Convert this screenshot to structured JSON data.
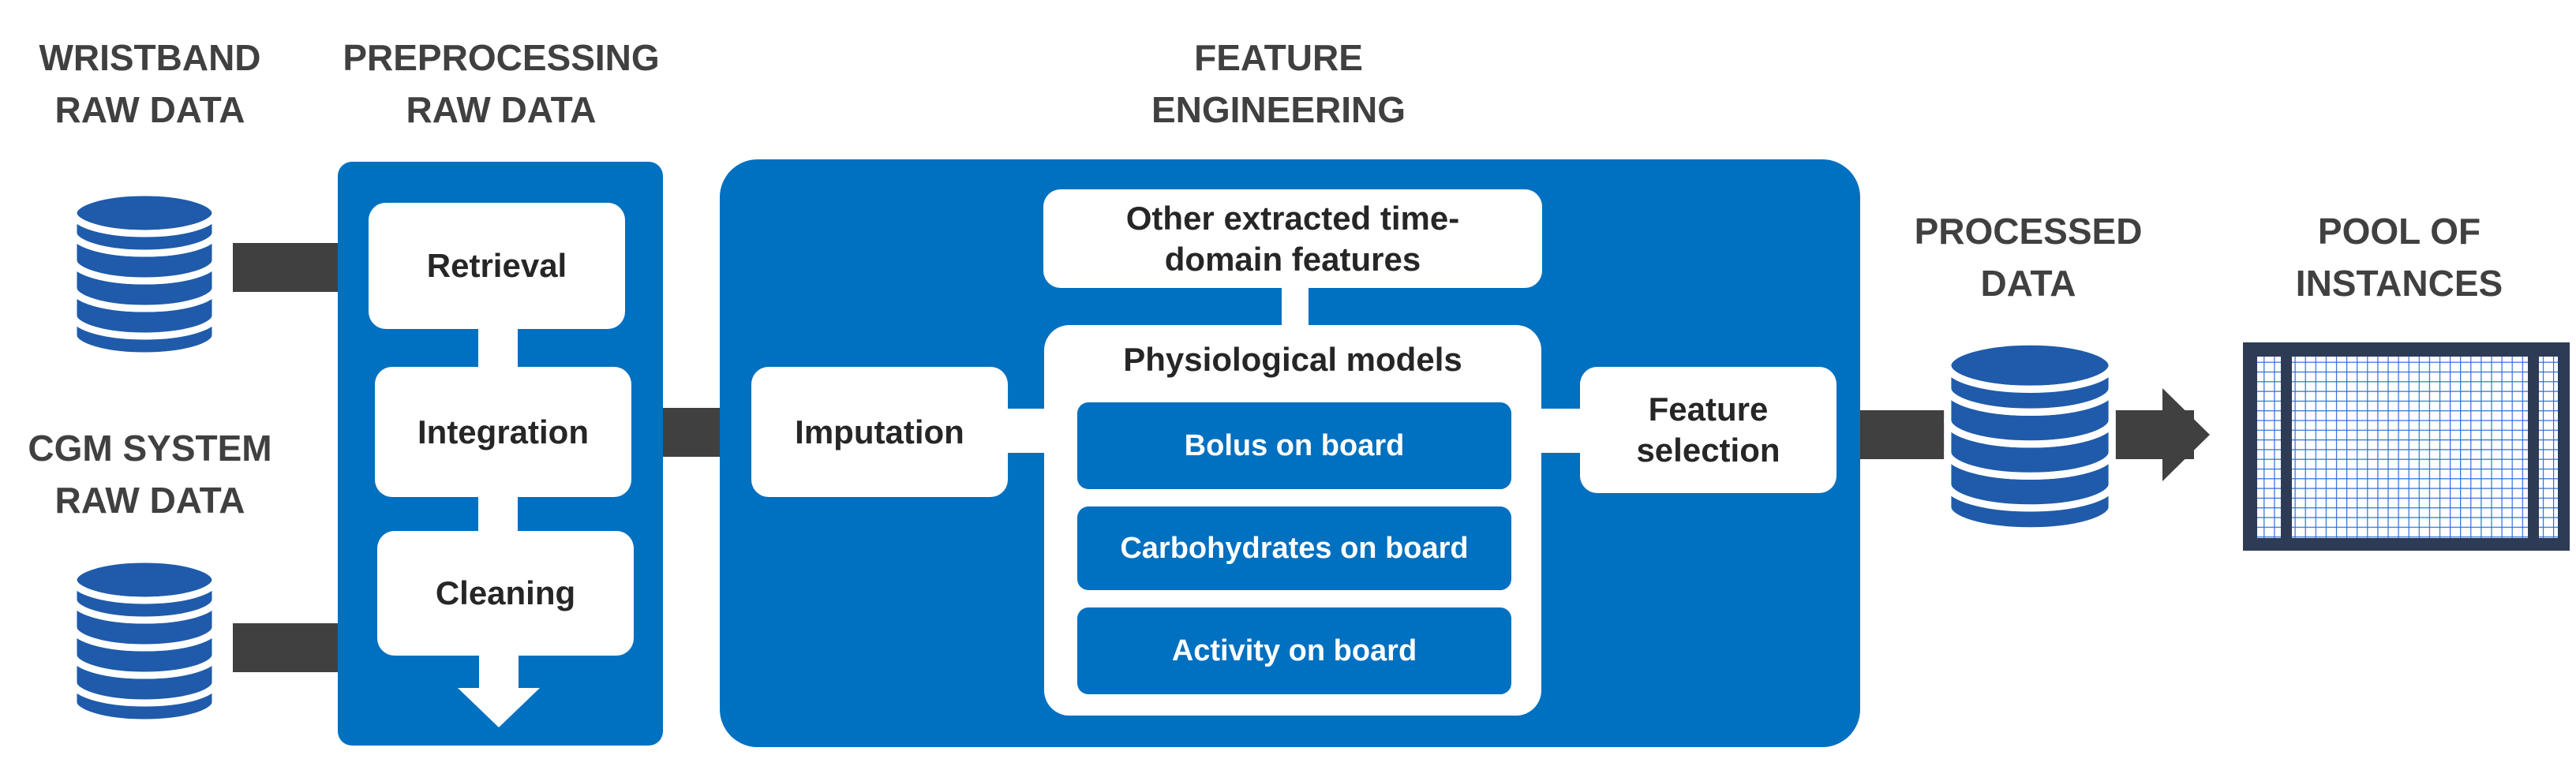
{
  "headings": {
    "wristband": [
      "WRISTBAND",
      "RAW DATA"
    ],
    "cgm": [
      "CGM SYSTEM",
      "RAW DATA"
    ],
    "preprocessing": [
      "PREPROCESSING",
      "RAW DATA"
    ],
    "feature_engineering": [
      "FEATURE",
      "ENGINEERING"
    ],
    "processed": [
      "PROCESSED",
      "DATA"
    ],
    "pool": [
      "POOL OF",
      "INSTANCES"
    ]
  },
  "preprocessing_steps": [
    "Retrieval",
    "Integration",
    "Cleaning"
  ],
  "feature_engineering": {
    "imputation": "Imputation",
    "other_features": [
      "Other extracted time-",
      "domain features"
    ],
    "physiological_title": "Physiological models",
    "models": [
      "Bolus on board",
      "Carbohydrates on board",
      "Activity on board"
    ],
    "feature_selection": [
      "Feature",
      "selection"
    ]
  },
  "colors": {
    "primary_blue": "#0070c0",
    "database_blue": "#1f5baa",
    "connector_gray": "#404040",
    "pool_navy": "#2e3b55"
  },
  "icons": {
    "databases": [
      "database-icon",
      "database-icon",
      "database-icon"
    ],
    "pool": "grid-table-icon",
    "arrows": [
      "down-arrow-icon",
      "right-arrow-icon"
    ]
  }
}
